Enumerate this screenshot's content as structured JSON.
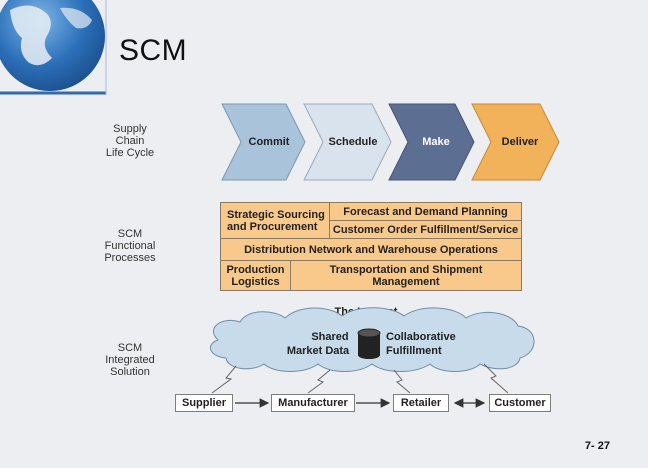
{
  "slide": {
    "title": "SCM",
    "page_number": "7- 27"
  },
  "row_labels": [
    {
      "lines": [
        "Supply",
        "Chain",
        "Life Cycle"
      ]
    },
    {
      "lines": [
        "SCM",
        "Functional",
        "Processes"
      ]
    },
    {
      "lines": [
        "SCM",
        "Integrated",
        "Solution"
      ]
    }
  ],
  "life_cycle": [
    {
      "label": "Commit",
      "color": "#a8c3da"
    },
    {
      "label": "Schedule",
      "color": "#d9e3ee"
    },
    {
      "label": "Make",
      "color": "#5d6e93"
    },
    {
      "label": "Deliver",
      "color": "#f2b259"
    }
  ],
  "functional": {
    "strategic": [
      "Strategic Sourcing",
      "and Procurement"
    ],
    "forecast": "Forecast and Demand Planning",
    "customer_order": "Customer Order Fulfillment/Service",
    "distribution": "Distribution Network and Warehouse Operations",
    "production": [
      "Production",
      "Logistics"
    ],
    "transportation": [
      "Transportation and Shipment",
      "Management"
    ]
  },
  "integrated": {
    "internet_label": "The Internet",
    "shared": [
      "Shared",
      "Market Data"
    ],
    "collaborative": [
      "Collaborative",
      "Fulfillment"
    ],
    "chain": [
      "Supplier",
      "Manufacturer",
      "Retailer",
      "Customer"
    ]
  },
  "colors": {
    "cell_fill": "#f8c98a",
    "cloud_fill": "#c7dbea",
    "background": "#eceef1"
  }
}
